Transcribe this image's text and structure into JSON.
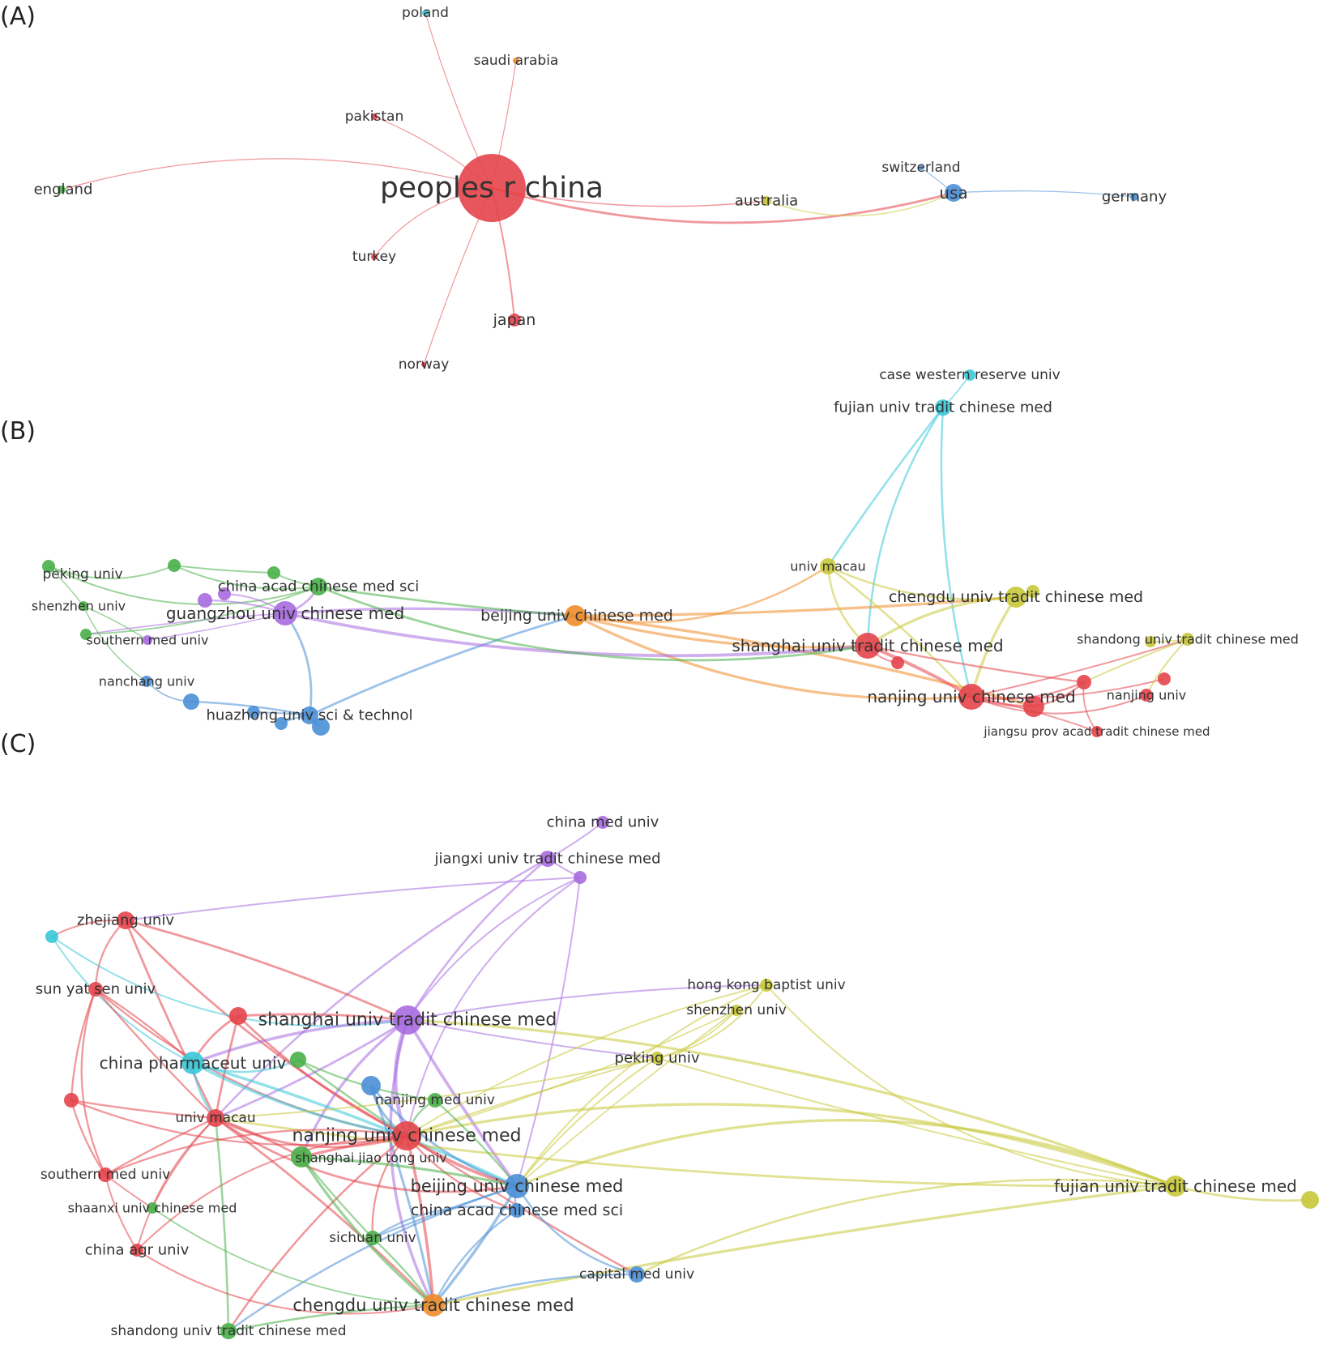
{
  "panels": [
    {
      "label": "(A)",
      "nodes": [
        {
          "id": "china",
          "label": "peoples r china",
          "color": "#e4444a"
        },
        {
          "id": "poland",
          "label": "poland",
          "color": "#38c8d8"
        },
        {
          "id": "saudi",
          "label": "saudi arabia",
          "color": "#f08c2a"
        },
        {
          "id": "pakistan",
          "label": "pakistan",
          "color": "#e4444a"
        },
        {
          "id": "england",
          "label": "england",
          "color": "#48b048"
        },
        {
          "id": "turkey",
          "label": "turkey",
          "color": "#e4444a"
        },
        {
          "id": "japan",
          "label": "japan",
          "color": "#e4444a"
        },
        {
          "id": "norway",
          "label": "norway",
          "color": "#e4444a"
        },
        {
          "id": "australia",
          "label": "australia",
          "color": "#c8c83a"
        },
        {
          "id": "switzerland",
          "label": "switzerland",
          "color": "#4a8fd6"
        },
        {
          "id": "usa",
          "label": "usa",
          "color": "#4a8fd6"
        },
        {
          "id": "germany",
          "label": "germany",
          "color": "#4a8fd6"
        }
      ],
      "edges": [
        [
          "china",
          "poland"
        ],
        [
          "china",
          "saudi"
        ],
        [
          "china",
          "pakistan"
        ],
        [
          "china",
          "england"
        ],
        [
          "china",
          "turkey"
        ],
        [
          "china",
          "japan"
        ],
        [
          "china",
          "norway"
        ],
        [
          "china",
          "australia"
        ],
        [
          "china",
          "usa"
        ],
        [
          "australia",
          "usa"
        ],
        [
          "usa",
          "germany"
        ],
        [
          "usa",
          "switzerland"
        ]
      ]
    },
    {
      "label": "(B)",
      "nodes": [
        {
          "id": "case",
          "label": "case western reserve univ",
          "color": "#38c8d8"
        },
        {
          "id": "fujian",
          "label": "fujian univ tradit chinese med",
          "color": "#38c8d8"
        },
        {
          "id": "peking",
          "label": "peking univ",
          "color": "#48b048"
        },
        {
          "id": "shenzhen",
          "label": "shenzhen univ",
          "color": "#48b048"
        },
        {
          "id": "g1",
          "label": "",
          "color": "#48b048"
        },
        {
          "id": "g2",
          "label": "",
          "color": "#48b048"
        },
        {
          "id": "g3",
          "label": "",
          "color": "#48b048"
        },
        {
          "id": "cacms",
          "label": "china acad chinese med sci",
          "color": "#48b048"
        },
        {
          "id": "guangzhou",
          "label": "guangzhou univ chinese med",
          "color": "#a86ce0"
        },
        {
          "id": "p1",
          "label": "",
          "color": "#a86ce0"
        },
        {
          "id": "p2",
          "label": "",
          "color": "#a86ce0"
        },
        {
          "id": "southern",
          "label": "southern med univ",
          "color": "#a86ce0"
        },
        {
          "id": "nanchang",
          "label": "nanchang univ",
          "color": "#4a8fd6"
        },
        {
          "id": "b1",
          "label": "",
          "color": "#4a8fd6"
        },
        {
          "id": "huazhong",
          "label": "huazhong univ sci & technol",
          "color": "#4a8fd6"
        },
        {
          "id": "b2",
          "label": "",
          "color": "#4a8fd6"
        },
        {
          "id": "b3",
          "label": "",
          "color": "#4a8fd6"
        },
        {
          "id": "b4",
          "label": "",
          "color": "#4a8fd6"
        },
        {
          "id": "beijing",
          "label": "beijing univ chinese med",
          "color": "#f08c2a"
        },
        {
          "id": "macau",
          "label": "univ macau",
          "color": "#c8c83a"
        },
        {
          "id": "chengdu",
          "label": "chengdu univ tradit chinese med",
          "color": "#c8c83a"
        },
        {
          "id": "y1",
          "label": "",
          "color": "#c8c83a"
        },
        {
          "id": "shandong",
          "label": "shandong univ tradit chinese med",
          "color": "#c8c83a"
        },
        {
          "id": "y2",
          "label": "",
          "color": "#c8c83a"
        },
        {
          "id": "shanghai",
          "label": "shanghai univ tradit chinese med",
          "color": "#e4444a"
        },
        {
          "id": "r1",
          "label": "",
          "color": "#e4444a"
        },
        {
          "id": "nanjing",
          "label": "nanjing univ chinese med",
          "color": "#e4444a"
        },
        {
          "id": "r2",
          "label": "",
          "color": "#e4444a"
        },
        {
          "id": "r3",
          "label": "",
          "color": "#e4444a"
        },
        {
          "id": "r4",
          "label": "",
          "color": "#e4444a"
        },
        {
          "id": "nanjingu",
          "label": "nanjing univ",
          "color": "#e4444a"
        },
        {
          "id": "jiangsu",
          "label": "jiangsu prov acad tradit chinese med",
          "color": "#e4444a"
        }
      ],
      "edges": [
        [
          "case",
          "fujian"
        ],
        [
          "fujian",
          "macau"
        ],
        [
          "fujian",
          "nanjing"
        ],
        [
          "fujian",
          "shanghai"
        ],
        [
          "peking",
          "g1"
        ],
        [
          "peking",
          "shenzhen"
        ],
        [
          "g1",
          "g2"
        ],
        [
          "g2",
          "cacms"
        ],
        [
          "g1",
          "cacms"
        ],
        [
          "peking",
          "cacms"
        ],
        [
          "shenzhen",
          "southern"
        ],
        [
          "southern",
          "guangzhou"
        ],
        [
          "guangzhou",
          "p1"
        ],
        [
          "guangzhou",
          "p2"
        ],
        [
          "guangzhou",
          "cacms"
        ],
        [
          "guangzhou",
          "beijing"
        ],
        [
          "guangzhou",
          "g3"
        ],
        [
          "g3",
          "cacms"
        ],
        [
          "shenzhen",
          "nanchang"
        ],
        [
          "nanchang",
          "b1"
        ],
        [
          "b1",
          "huazhong"
        ],
        [
          "huazhong",
          "b2"
        ],
        [
          "huazhong",
          "b3"
        ],
        [
          "huazhong",
          "b4"
        ],
        [
          "huazhong",
          "guangzhou"
        ],
        [
          "huazhong",
          "beijing"
        ],
        [
          "cacms",
          "beijing"
        ],
        [
          "beijing",
          "shanghai"
        ],
        [
          "beijing",
          "nanjing"
        ],
        [
          "beijing",
          "macau"
        ],
        [
          "beijing",
          "r2"
        ],
        [
          "beijing",
          "chengdu"
        ],
        [
          "guangzhou",
          "shanghai"
        ],
        [
          "macau",
          "chengdu"
        ],
        [
          "macau",
          "shanghai"
        ],
        [
          "macau",
          "nanjing"
        ],
        [
          "chengdu",
          "y1"
        ],
        [
          "chengdu",
          "nanjing"
        ],
        [
          "chengdu",
          "shanghai"
        ],
        [
          "shanghai",
          "r1"
        ],
        [
          "shanghai",
          "nanjing"
        ],
        [
          "shanghai",
          "r3"
        ],
        [
          "nanjing",
          "r2"
        ],
        [
          "nanjing",
          "r3"
        ],
        [
          "nanjing",
          "nanjingu"
        ],
        [
          "nanjing",
          "jiangsu"
        ],
        [
          "nanjing",
          "shandong"
        ],
        [
          "nanjing",
          "r4"
        ],
        [
          "r2",
          "r3"
        ],
        [
          "r3",
          "jiangsu"
        ],
        [
          "shandong",
          "y2"
        ],
        [
          "shandong",
          "r3"
        ],
        [
          "shandong",
          "nanjingu"
        ],
        [
          "cacms",
          "shanghai"
        ]
      ]
    },
    {
      "label": "(C)",
      "nodes": [
        {
          "id": "cmu",
          "label": "china med univ",
          "color": "#a86ce0"
        },
        {
          "id": "jiangxi",
          "label": "jiangxi univ tradit chinese med",
          "color": "#a86ce0"
        },
        {
          "id": "pu1",
          "label": "",
          "color": "#a86ce0"
        },
        {
          "id": "zhejiang",
          "label": "zhejiang univ",
          "color": "#e4444a"
        },
        {
          "id": "cy1",
          "label": "",
          "color": "#38c8d8"
        },
        {
          "id": "sysu",
          "label": "sun yat sen univ",
          "color": "#e4444a"
        },
        {
          "id": "hkbu",
          "label": "hong kong baptist univ",
          "color": "#c8c83a"
        },
        {
          "id": "szu",
          "label": "shenzhen univ",
          "color": "#c8c83a"
        },
        {
          "id": "r5",
          "label": "",
          "color": "#e4444a"
        },
        {
          "id": "sutcm",
          "label": "shanghai univ tradit chinese med",
          "color": "#a86ce0"
        },
        {
          "id": "cpu",
          "label": "china pharmaceut univ",
          "color": "#38c8d8"
        },
        {
          "id": "g4",
          "label": "",
          "color": "#48b048"
        },
        {
          "id": "pku",
          "label": "peking univ",
          "color": "#c8c83a"
        },
        {
          "id": "bb1",
          "label": "",
          "color": "#4a8fd6"
        },
        {
          "id": "njmu",
          "label": "nanjing med univ",
          "color": "#48b048"
        },
        {
          "id": "r6",
          "label": "",
          "color": "#e4444a"
        },
        {
          "id": "um",
          "label": "univ macau",
          "color": "#e4444a"
        },
        {
          "id": "nucm",
          "label": "nanjing univ chinese med",
          "color": "#e4444a"
        },
        {
          "id": "sjtu",
          "label": "shanghai jiao tong univ",
          "color": "#48b048"
        },
        {
          "id": "smu",
          "label": "southern med univ",
          "color": "#e4444a"
        },
        {
          "id": "bucm",
          "label": "beijing univ chinese med",
          "color": "#4a8fd6"
        },
        {
          "id": "fjtcm",
          "label": "fujian univ tradit chinese med",
          "color": "#c8c83a"
        },
        {
          "id": "yy1",
          "label": "",
          "color": "#c8c83a"
        },
        {
          "id": "snucm",
          "label": "shaanxi univ chinese med",
          "color": "#48b048"
        },
        {
          "id": "cacms2",
          "label": "china acad chinese med sci",
          "color": "#4a8fd6"
        },
        {
          "id": "scu",
          "label": "sichuan univ",
          "color": "#48b048"
        },
        {
          "id": "cau",
          "label": "china agr univ",
          "color": "#e4444a"
        },
        {
          "id": "ccmu",
          "label": "capital med univ",
          "color": "#4a8fd6"
        },
        {
          "id": "cdutcm",
          "label": "chengdu univ tradit chinese med",
          "color": "#f08c2a"
        },
        {
          "id": "sdutcm",
          "label": "shandong univ tradit chinese med",
          "color": "#48b048"
        }
      ],
      "edges": [
        [
          "cmu",
          "jiangxi"
        ],
        [
          "jiangxi",
          "pu1"
        ],
        [
          "jiangxi",
          "sutcm"
        ],
        [
          "pu1",
          "sutcm"
        ],
        [
          "pu1",
          "nucm"
        ],
        [
          "pu1",
          "bucm"
        ],
        [
          "pu1",
          "zhejiang"
        ],
        [
          "jiangxi",
          "um"
        ],
        [
          "zhejiang",
          "cy1"
        ],
        [
          "zhejiang",
          "sysu"
        ],
        [
          "zhejiang",
          "sutcm"
        ],
        [
          "zhejiang",
          "um"
        ],
        [
          "zhejiang",
          "nucm"
        ],
        [
          "cy1",
          "cpu"
        ],
        [
          "cy1",
          "sutcm"
        ],
        [
          "sysu",
          "cpu"
        ],
        [
          "sysu",
          "um"
        ],
        [
          "sysu",
          "r6"
        ],
        [
          "sysu",
          "nucm"
        ],
        [
          "sysu",
          "smu"
        ],
        [
          "r5",
          "sutcm"
        ],
        [
          "r5",
          "um"
        ],
        [
          "r5",
          "nucm"
        ],
        [
          "r5",
          "cpu"
        ],
        [
          "sutcm",
          "nucm"
        ],
        [
          "sutcm",
          "um"
        ],
        [
          "sutcm",
          "bucm"
        ],
        [
          "sutcm",
          "cpu"
        ],
        [
          "sutcm",
          "sjtu"
        ],
        [
          "sutcm",
          "cdutcm"
        ],
        [
          "sutcm",
          "hkbu"
        ],
        [
          "sutcm",
          "pku"
        ],
        [
          "cpu",
          "nucm"
        ],
        [
          "cpu",
          "um"
        ],
        [
          "cpu",
          "g4"
        ],
        [
          "cpu",
          "bucm"
        ],
        [
          "g4",
          "nucm"
        ],
        [
          "g4",
          "njmu"
        ],
        [
          "bb1",
          "bucm"
        ],
        [
          "bb1",
          "nucm"
        ],
        [
          "bb1",
          "cdutcm"
        ],
        [
          "pku",
          "nucm"
        ],
        [
          "pku",
          "bucm"
        ],
        [
          "pku",
          "szu"
        ],
        [
          "pku",
          "hkbu"
        ],
        [
          "pku",
          "um"
        ],
        [
          "pku",
          "fjtcm"
        ],
        [
          "hkbu",
          "nucm"
        ],
        [
          "hkbu",
          "bucm"
        ],
        [
          "hkbu",
          "fjtcm"
        ],
        [
          "szu",
          "nucm"
        ],
        [
          "szu",
          "bucm"
        ],
        [
          "fjtcm",
          "yy1"
        ],
        [
          "fjtcm",
          "nucm"
        ],
        [
          "fjtcm",
          "bucm"
        ],
        [
          "fjtcm",
          "um"
        ],
        [
          "fjtcm",
          "cdutcm"
        ],
        [
          "fjtcm",
          "sutcm"
        ],
        [
          "fjtcm",
          "ccmu"
        ],
        [
          "njmu",
          "nucm"
        ],
        [
          "njmu",
          "bucm"
        ],
        [
          "r6",
          "um"
        ],
        [
          "r6",
          "smu"
        ],
        [
          "r6",
          "nucm"
        ],
        [
          "um",
          "nucm"
        ],
        [
          "um",
          "sjtu"
        ],
        [
          "um",
          "smu"
        ],
        [
          "um",
          "snucm"
        ],
        [
          "um",
          "cau"
        ],
        [
          "um",
          "bucm"
        ],
        [
          "um",
          "cdutcm"
        ],
        [
          "nucm",
          "sjtu"
        ],
        [
          "nucm",
          "bucm"
        ],
        [
          "nucm",
          "cacms2"
        ],
        [
          "nucm",
          "scu"
        ],
        [
          "nucm",
          "cdutcm"
        ],
        [
          "nucm",
          "ccmu"
        ],
        [
          "nucm",
          "sdutcm"
        ],
        [
          "nucm",
          "smu"
        ],
        [
          "nucm",
          "cau"
        ],
        [
          "sjtu",
          "bucm"
        ],
        [
          "sjtu",
          "scu"
        ],
        [
          "sjtu",
          "cdutcm"
        ],
        [
          "bucm",
          "cacms2"
        ],
        [
          "bucm",
          "ccmu"
        ],
        [
          "bucm",
          "cdutcm"
        ],
        [
          "bucm",
          "scu"
        ],
        [
          "bucm",
          "sdutcm"
        ],
        [
          "cacms2",
          "cdutcm"
        ],
        [
          "cacms2",
          "scu"
        ],
        [
          "scu",
          "cdutcm"
        ],
        [
          "smu",
          "snucm"
        ],
        [
          "smu",
          "cau"
        ],
        [
          "snucm",
          "cdutcm"
        ],
        [
          "cau",
          "cdutcm"
        ],
        [
          "sdutcm",
          "cdutcm"
        ],
        [
          "sdutcm",
          "um"
        ],
        [
          "ccmu",
          "cdutcm"
        ]
      ]
    }
  ]
}
